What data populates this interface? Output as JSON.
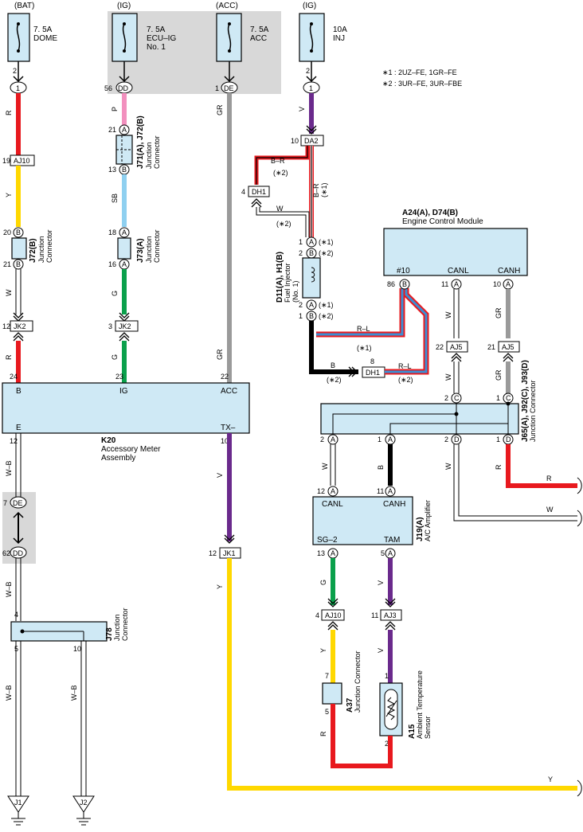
{
  "fuses": {
    "bat": {
      "source": "(BAT)",
      "rating": "7. 5A",
      "name": "DOME",
      "pin": "2",
      "conn": "1"
    },
    "ig": {
      "source": "(IG)",
      "rating": "7. 5A",
      "name1": "ECU–IG",
      "name2": "No. 1",
      "pin": "56",
      "conn": "DD"
    },
    "acc": {
      "source": "(ACC)",
      "rating": "7. 5A",
      "name": "ACC",
      "pin": "1",
      "conn": "DE"
    },
    "inj": {
      "source": "(IG)",
      "rating": "10A",
      "name": "INJ",
      "pin": "2",
      "conn": "1"
    }
  },
  "notes": [
    "∗1 : 2UZ–FE,  1GR–FE",
    "∗2 : 3UR–FE,  3UR–FBE"
  ],
  "wire_colors": {
    "R": "R",
    "Y": "Y",
    "W": "W",
    "P": "P",
    "SB": "SB",
    "G": "G",
    "GR": "GR",
    "V": "V",
    "B": "B",
    "BR": "B–R",
    "RL": "R–L",
    "WB": "W–B"
  },
  "connectors": {
    "aj10": "AJ10",
    "jk2": "JK2",
    "jk1": "JK1",
    "da2": "DA2",
    "dh1": "DH1",
    "aj5": "AJ5",
    "aj3": "AJ3",
    "de": "DE",
    "dd": "DD",
    "j1": "J1",
    "j2": "J2"
  },
  "pins": {
    "p19": "19",
    "p20": "20",
    "p21": "21",
    "p12": "12",
    "p24": "24",
    "p13": "13",
    "p18": "18",
    "p16": "16",
    "p3": "3",
    "p23": "23",
    "p22": "22",
    "p10": "10",
    "p4": "4",
    "p1": "1",
    "p2": "2",
    "p8": "8",
    "p86": "86",
    "p11": "11",
    "p7": "7",
    "p62": "62",
    "p5": "5",
    "pA": "A",
    "pB": "B",
    "pC": "C",
    "pD": "D"
  },
  "components": {
    "j72b": {
      "id": "J72(B)",
      "desc1": "Junction",
      "desc2": "Connector"
    },
    "j71": {
      "id": "J71(A), J72(B)",
      "desc1": "Junction",
      "desc2": "Connector"
    },
    "j73": {
      "id": "J73(A)",
      "desc1": "Junction",
      "desc2": "Connector"
    },
    "d11": {
      "id": "D11(A), H1(B)",
      "desc1": "Fuel Injector",
      "desc2": "(No. 1)"
    },
    "ecm": {
      "id": "A24(A), D74(B)",
      "desc": "Engine Control Module",
      "pin1": "#10",
      "pin2": "CANL",
      "pin3": "CANH"
    },
    "k20": {
      "id": "K20",
      "desc1": "Accessory Meter",
      "desc2": "Assembly",
      "pinB": "B",
      "pinIG": "IG",
      "pinACC": "ACC",
      "pinE": "E",
      "pinTX": "TX–"
    },
    "j65": {
      "id": "J65(A), J92(C), J93(D)",
      "desc": "Junction Connector"
    },
    "j19": {
      "id": "J19(A)",
      "desc": "A/C Amplifier",
      "canl": "CANL",
      "canh": "CANH",
      "sg2": "SG–2",
      "tam": "TAM"
    },
    "j78": {
      "id": "J78",
      "desc1": "Junction",
      "desc2": "Connector"
    },
    "a37": {
      "id": "A37",
      "desc": "Junction Connector"
    },
    "a15": {
      "id": "A15",
      "desc1": "Ambient Temperature",
      "desc2": "Sensor"
    }
  },
  "colors": {
    "red": "#e8191e",
    "yellow": "#ffd800",
    "pink": "#f290be",
    "skyblue": "#8fd0f0",
    "green": "#0aa04b",
    "gray": "#9a9a9a",
    "violet": "#6a2a8c",
    "black": "#000000",
    "blue": "#3a8fd4",
    "panel": "#d8d8d8",
    "box": "#cfe9f5"
  }
}
